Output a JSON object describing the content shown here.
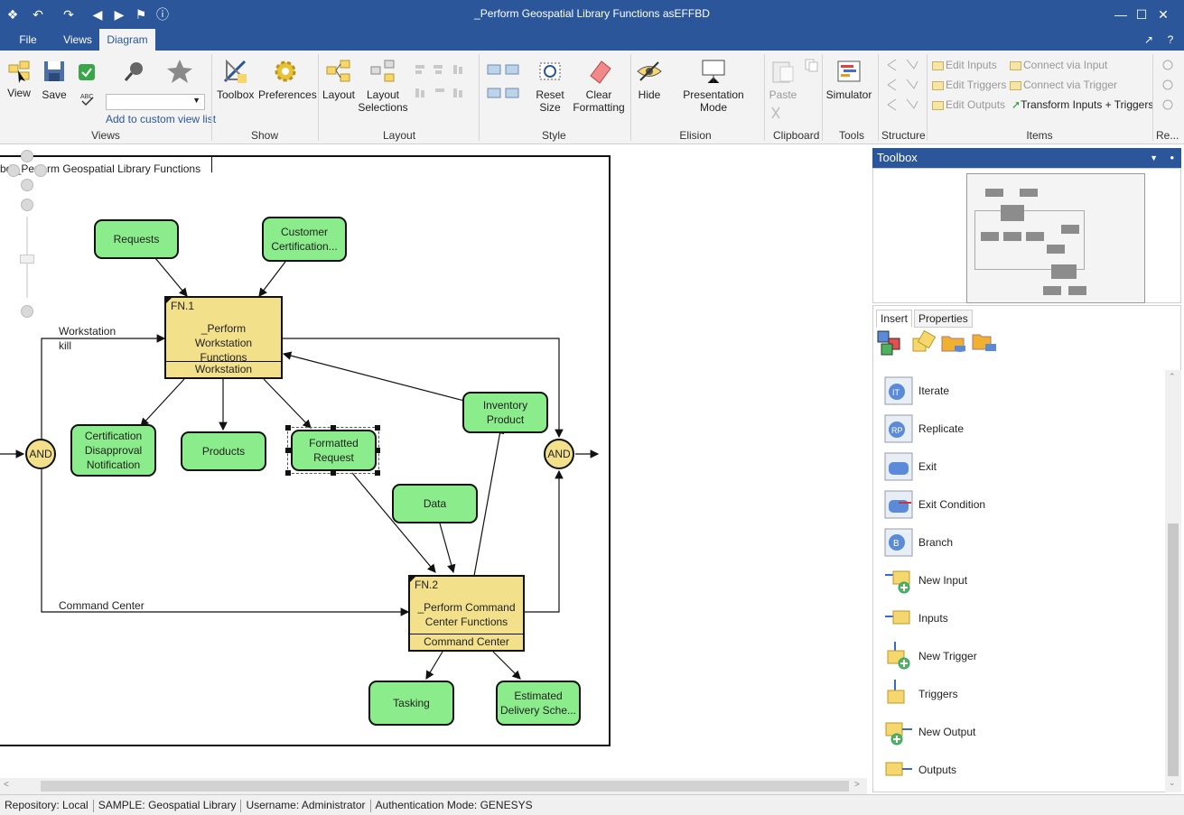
{
  "window": {
    "title": "_Perform Geospatial Library Functions asEFFBD",
    "minimize": "—",
    "maximize": "☐",
    "close": "✕"
  },
  "menu": {
    "file": "File",
    "views": "Views",
    "diagram": "Diagram"
  },
  "ribbon": {
    "view": "View",
    "save": "Save",
    "add_custom_view": "Add to custom view list",
    "toolbox": "Toolbox",
    "preferences": "Preferences",
    "layout": "Layout",
    "layout_selections": "Layout Selections",
    "reset_size": "Reset Size",
    "clear_formatting": "Clear Formatting",
    "hide": "Hide",
    "presentation_mode": "Presentation Mode",
    "paste": "Paste",
    "simulator": "Simulator",
    "edit_inputs": "Edit Inputs",
    "edit_triggers": "Edit Triggers",
    "edit_outputs": "Edit Outputs",
    "connect_via_input": "Connect via Input",
    "connect_via_trigger": "Connect via Trigger",
    "transform": "Transform Inputs + Triggers",
    "groups": {
      "views": "Views",
      "show": "Show",
      "layout": "Layout",
      "style": "Style",
      "elision": "Elision",
      "clipboard": "Clipboard",
      "tools": "Tools",
      "structure": "Structure",
      "items": "Items",
      "re": "Re..."
    }
  },
  "diagram": {
    "frame_title": "bd _Perform Geospatial Library Functions",
    "nodes": {
      "requests": "Requests",
      "customer_cert": "Customer Certification...",
      "cert_disapproval": "Certification Disapproval Notification",
      "products": "Products",
      "formatted_request": "Formatted Request",
      "inventory_product": "Inventory Product",
      "data": "Data",
      "tasking": "Tasking",
      "estimated_delivery": "Estimated Delivery Sche..."
    },
    "fn1": {
      "number": "FN.1",
      "name": "_Perform Workstation Functions",
      "performer": "Workstation"
    },
    "fn2": {
      "number": "FN.2",
      "name": "_Perform Command Center Functions",
      "performer": "Command Center"
    },
    "and_label": "AND",
    "edge_labels": {
      "workstation_kill": "Workstation kill",
      "command_center": "Command Center"
    }
  },
  "toolbox": {
    "title": "Toolbox",
    "tabs": [
      "Insert",
      "Properties"
    ],
    "items": [
      "Iterate",
      "Replicate",
      "Exit",
      "Exit Condition",
      "Branch",
      "New Input",
      "Inputs",
      "New Trigger",
      "Triggers",
      "New Output",
      "Outputs"
    ]
  },
  "status": {
    "repository": "Repository: Local",
    "project": "SAMPLE: Geospatial Library",
    "username": "Username: Administrator",
    "auth": "Authentication Mode: GENESYS"
  }
}
